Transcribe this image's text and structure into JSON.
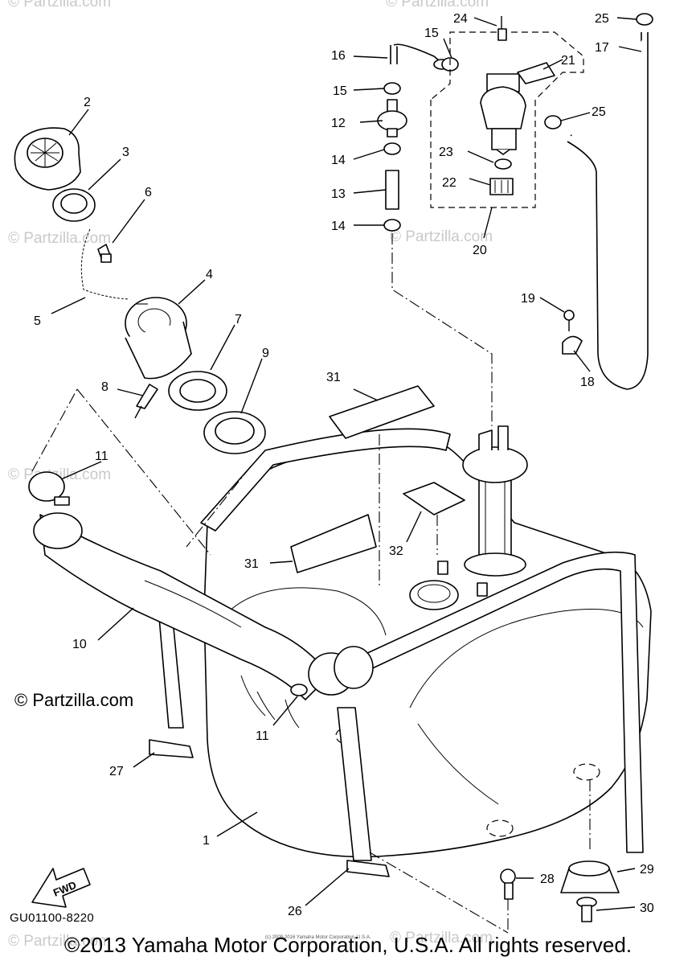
{
  "callouts": [
    {
      "id": "c1",
      "label": "1"
    },
    {
      "id": "c2",
      "label": "2"
    },
    {
      "id": "c3",
      "label": "3"
    },
    {
      "id": "c4",
      "label": "4"
    },
    {
      "id": "c5",
      "label": "5"
    },
    {
      "id": "c6",
      "label": "6"
    },
    {
      "id": "c7",
      "label": "7"
    },
    {
      "id": "c8",
      "label": "8"
    },
    {
      "id": "c9",
      "label": "9"
    },
    {
      "id": "c10",
      "label": "10"
    },
    {
      "id": "c11a",
      "label": "11"
    },
    {
      "id": "c11b",
      "label": "11"
    },
    {
      "id": "c12",
      "label": "12"
    },
    {
      "id": "c13",
      "label": "13"
    },
    {
      "id": "c14a",
      "label": "14"
    },
    {
      "id": "c14b",
      "label": "14"
    },
    {
      "id": "c15a",
      "label": "15"
    },
    {
      "id": "c15b",
      "label": "15"
    },
    {
      "id": "c16",
      "label": "16"
    },
    {
      "id": "c17",
      "label": "17"
    },
    {
      "id": "c18",
      "label": "18"
    },
    {
      "id": "c19",
      "label": "19"
    },
    {
      "id": "c20",
      "label": "20"
    },
    {
      "id": "c21",
      "label": "21"
    },
    {
      "id": "c22",
      "label": "22"
    },
    {
      "id": "c23",
      "label": "23"
    },
    {
      "id": "c24",
      "label": "24"
    },
    {
      "id": "c25a",
      "label": "25"
    },
    {
      "id": "c25b",
      "label": "25"
    },
    {
      "id": "c26",
      "label": "26"
    },
    {
      "id": "c27",
      "label": "27"
    },
    {
      "id": "c28",
      "label": "28"
    },
    {
      "id": "c29",
      "label": "29"
    },
    {
      "id": "c30",
      "label": "30"
    },
    {
      "id": "c31a",
      "label": "31"
    },
    {
      "id": "c31b",
      "label": "31"
    },
    {
      "id": "c32",
      "label": "32"
    }
  ],
  "fwd_label": "FWD",
  "watermark_text": "© Partzilla.com",
  "partzilla_mark": "© Partzilla.com",
  "diagram_code": "GU01100-8220",
  "tiny_copyright": "(c) 2009-2016 Yamaha Motor Corporation, U.S.A.",
  "copyright": "©2013 Yamaha Motor Corporation, U.S.A. All rights reserved."
}
